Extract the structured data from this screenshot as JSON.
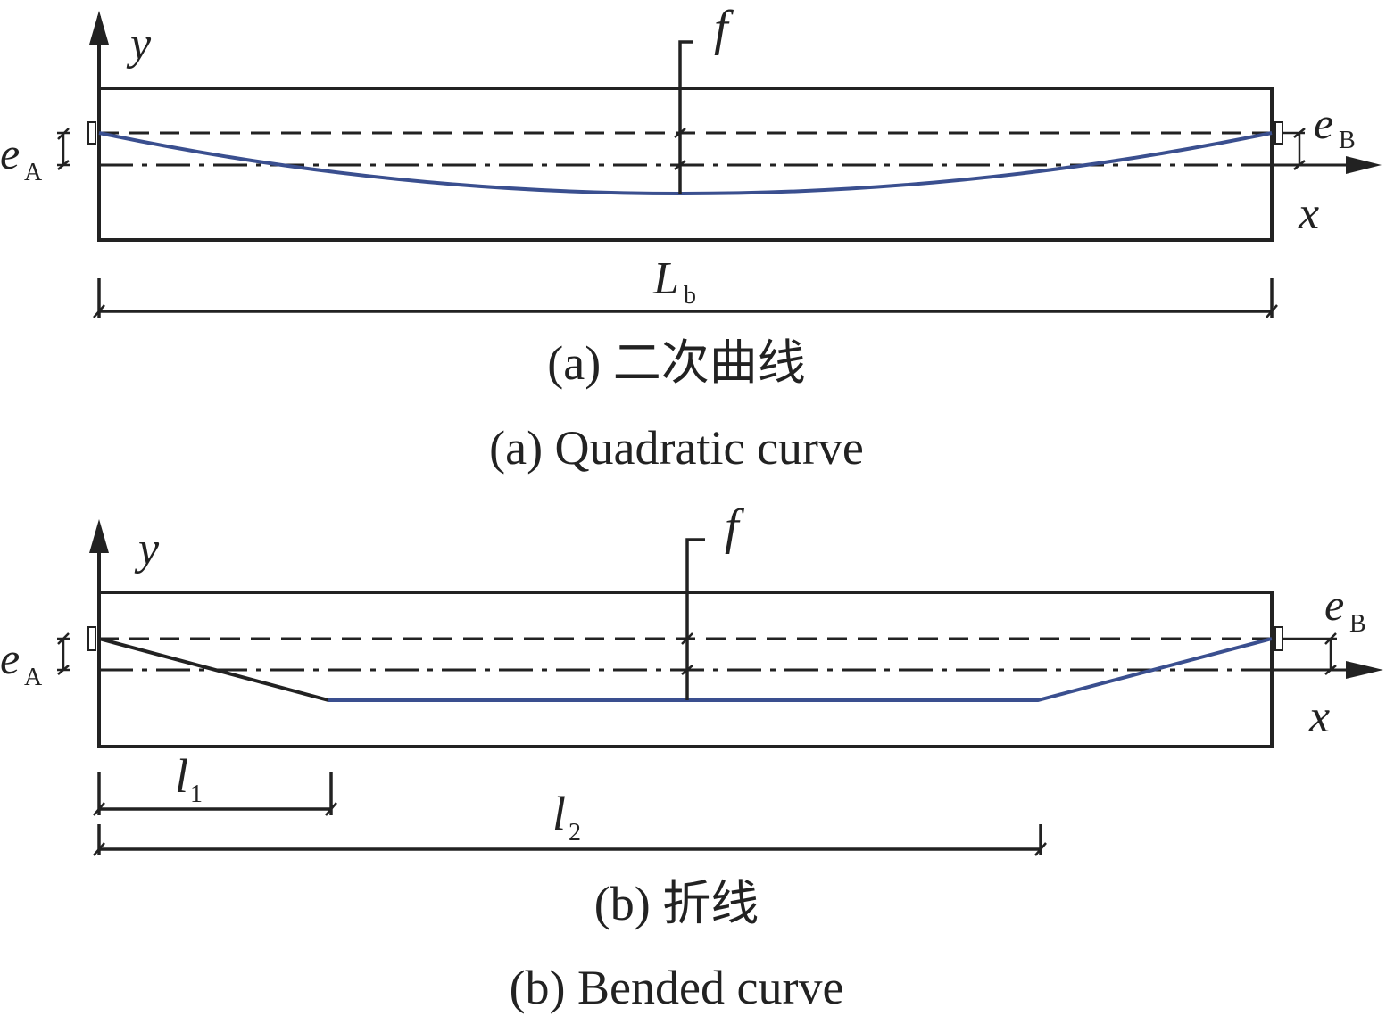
{
  "panel_a": {
    "labels": {
      "y_axis": "y",
      "x_axis": "x",
      "f": "f",
      "e_a": "e",
      "e_a_sub": "A",
      "e_b": "e",
      "e_b_sub": "B",
      "span": "L",
      "span_sub": "b"
    },
    "caption_cn": "(a) 二次曲线",
    "caption_en": "(a) Quadratic curve"
  },
  "panel_b": {
    "labels": {
      "y_axis": "y",
      "x_axis": "x",
      "f": "f",
      "e_a": "e",
      "e_a_sub": "A",
      "e_b": "e",
      "e_b_sub": "B",
      "l1": "l",
      "l1_sub": "1",
      "l2": "l",
      "l2_sub": "2"
    },
    "caption_cn": "(b) 折线",
    "caption_en": "(b) Bended curve"
  },
  "colors": {
    "line": "#222222",
    "tendon": "#3a4f8f"
  }
}
